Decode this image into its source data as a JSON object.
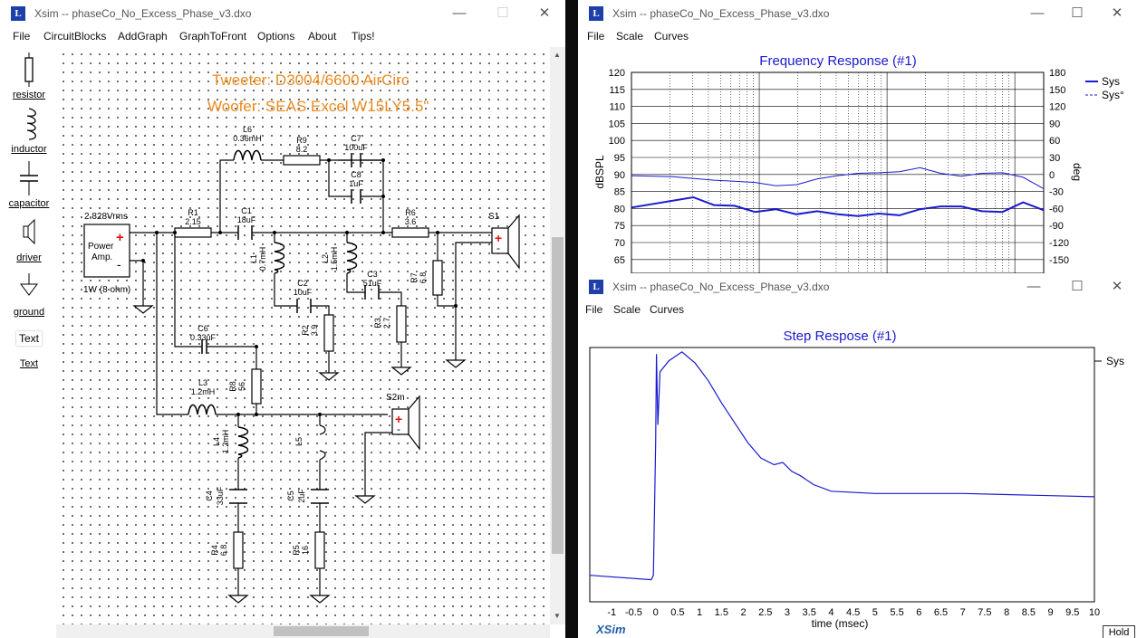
{
  "left_window": {
    "title": "Xsim -- phaseCo_No_Excess_Phase_v3.dxo",
    "menu": [
      "File",
      "CircuitBlocks",
      "AddGraph",
      "GraphToFront",
      "Options",
      "About",
      "Tips!"
    ],
    "tools": [
      {
        "label": "resistor",
        "icon": "resistor-icon"
      },
      {
        "label": "inductor",
        "icon": "inductor-icon"
      },
      {
        "label": "capacitor",
        "icon": "capacitor-icon"
      },
      {
        "label": "driver",
        "icon": "speaker-icon"
      },
      {
        "label": "ground",
        "icon": "ground-icon"
      },
      {
        "label": "Text",
        "icon": "text-icon"
      }
    ],
    "title_lines": [
      "Tweeter: D3004/6600 AirCirc",
      "Woofer: SEAS Excel W15LY5.5\""
    ],
    "title_color": "#ee8a1e",
    "amp": {
      "voltage": "2.828Vrms",
      "name_line1": "Power",
      "name_line2": "Amp.",
      "plus": "+",
      "minus": "-",
      "rating": "1W (8 ohm)"
    },
    "components": {
      "R1": {
        "name": "R1",
        "value": "2.15"
      },
      "C1": {
        "name": "C1",
        "value": "18uF"
      },
      "L6": {
        "name": "L6",
        "value": "0.36mH"
      },
      "R9": {
        "name": "R9",
        "value": "8.2"
      },
      "C7": {
        "name": "C7",
        "value": "100uF"
      },
      "C8": {
        "name": "C8",
        "value": "1uF"
      },
      "R6": {
        "name": "R6",
        "value": "3.6"
      },
      "L1": {
        "name": "L1",
        "value": "0.7mH"
      },
      "L2": {
        "name": "L2",
        "value": "1.5mH"
      },
      "C2": {
        "name": "C2",
        "value": "10uF"
      },
      "C3": {
        "name": "C3",
        "value": "51uF"
      },
      "R2": {
        "name": "R2",
        "value": "3.9"
      },
      "R3": {
        "name": "R3",
        "value": "2.7"
      },
      "R7": {
        "name": "R7",
        "value": "6.8"
      },
      "C6": {
        "name": "C6",
        "value": "0.33uF"
      },
      "L3": {
        "name": "L3",
        "value": "1.2mH"
      },
      "R8": {
        "name": "R8",
        "value": "56"
      },
      "L4": {
        "name": "L4",
        "value": "1.2mH"
      },
      "L5": {
        "name": "L5",
        "value": ""
      },
      "C4": {
        "name": "C4",
        "value": "33uF"
      },
      "C5": {
        "name": "C5",
        "value": "2uF"
      },
      "R4": {
        "name": "R4",
        "value": "6.8"
      },
      "R5": {
        "name": "R5",
        "value": "16"
      }
    },
    "speakers": {
      "S1": "S1",
      "S2": "S2m",
      "plus": "+",
      "minus": "-"
    }
  },
  "freq_window": {
    "title": "Xsim -- phaseCo_No_Excess_Phase_v3.dxo",
    "menu": [
      "File",
      "Scale",
      "Curves"
    ],
    "graph_title": "Frequency Response (#1)",
    "ylabel_left": "dBSPL",
    "ylabel_right": "deg",
    "yticks_left": [
      "120",
      "115",
      "110",
      "105",
      "100",
      "95",
      "90",
      "85",
      "80",
      "75",
      "70",
      "65"
    ],
    "yticks_right": [
      "180",
      "150",
      "120",
      "90",
      "60",
      "30",
      "0",
      "-30",
      "-60",
      "-90",
      "-120",
      "-150"
    ],
    "legend": [
      {
        "name": "Sys",
        "style": "solid"
      },
      {
        "name": "Sys°",
        "style": "dashed"
      }
    ],
    "line_color": "#1a1acf"
  },
  "step_window": {
    "title": "Xsim -- phaseCo_No_Excess_Phase_v3.dxo",
    "menu": [
      "File",
      "Scale",
      "Curves"
    ],
    "graph_title": "Step Respose (#1)",
    "legend": "Sys",
    "brand": "XSim",
    "hold_button": "Hold"
  },
  "chart_data": [
    {
      "type": "line",
      "title": "Frequency Response (#1)",
      "ylabel": "dBSPL",
      "y2label": "deg",
      "ylim": [
        62,
        120
      ],
      "y2lim": [
        -168,
        180
      ],
      "xscale": "log",
      "grid": true,
      "legend": "right",
      "series": [
        {
          "name": "Sys",
          "axis": "left",
          "x": [
            0,
            0.15,
            0.2,
            0.25,
            0.3,
            0.35,
            0.4,
            0.45,
            0.5,
            0.55,
            0.6,
            0.65,
            0.7,
            0.75,
            0.8,
            0.85,
            0.9,
            0.95,
            1.0
          ],
          "values": [
            80.3,
            83.3,
            81.0,
            80.8,
            79.0,
            79.8,
            78.3,
            79.2,
            78.3,
            77.8,
            78.5,
            78.0,
            79.8,
            80.6,
            80.6,
            79.2,
            79.0,
            81.8,
            79.5
          ]
        },
        {
          "name": "Sys°",
          "axis": "right",
          "x": [
            0,
            0.1,
            0.2,
            0.25,
            0.3,
            0.35,
            0.4,
            0.45,
            0.5,
            0.55,
            0.6,
            0.65,
            0.7,
            0.75,
            0.8,
            0.85,
            0.9,
            0.95,
            1.0
          ],
          "values": [
            -2,
            -4,
            -10,
            -12,
            -14,
            -20,
            -18,
            -8,
            -2,
            2,
            3,
            5,
            12,
            2,
            -3,
            2,
            3,
            -5,
            -25
          ]
        }
      ]
    },
    {
      "type": "line",
      "title": "Step Respose (#1)",
      "xlabel": "time (msec)",
      "xlim": [
        -1.5,
        10
      ],
      "xticks": [
        "-1",
        "-0.5",
        "0",
        "0.5",
        "1",
        "1.5",
        "2",
        "2.5",
        "3",
        "3.5",
        "4",
        "4.5",
        "5",
        "5.5",
        "6",
        "6.5",
        "7",
        "7.5",
        "8",
        "8.5",
        "9",
        "9.5",
        "10"
      ],
      "legend": "right",
      "series": [
        {
          "name": "Sys",
          "x": [
            -1.5,
            -0.1,
            -0.05,
            0.0,
            0.02,
            0.05,
            0.1,
            0.3,
            0.6,
            0.9,
            1.2,
            1.5,
            1.8,
            2.1,
            2.4,
            2.7,
            2.9,
            3.1,
            3.3,
            3.6,
            4.0,
            5.0,
            6.0,
            7.0,
            8.0,
            9.0,
            10.0
          ],
          "values": [
            0.0,
            -0.02,
            0.0,
            0.6,
            1.0,
            0.68,
            0.92,
            0.97,
            1.01,
            0.96,
            0.88,
            0.78,
            0.69,
            0.6,
            0.53,
            0.5,
            0.51,
            0.47,
            0.45,
            0.41,
            0.38,
            0.37,
            0.37,
            0.37,
            0.365,
            0.36,
            0.355
          ]
        }
      ]
    }
  ]
}
